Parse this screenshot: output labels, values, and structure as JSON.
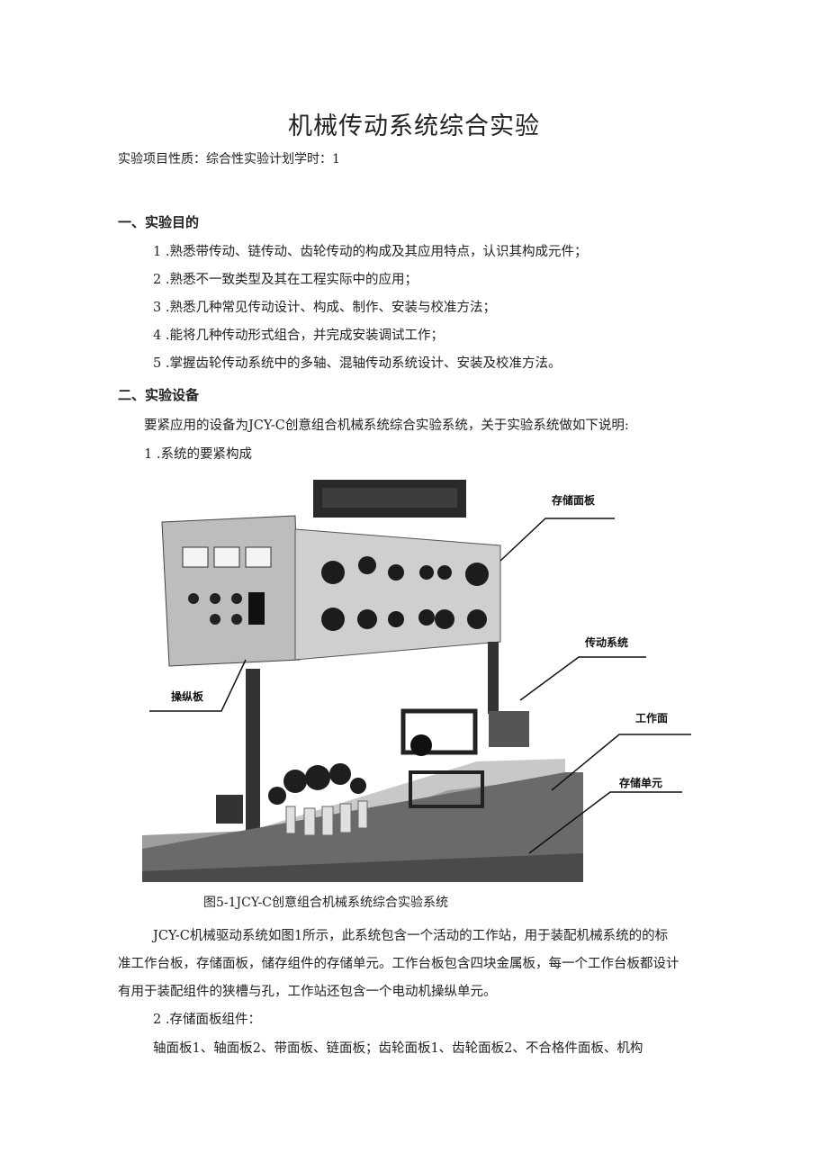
{
  "title": "机械传动系统综合实验",
  "meta": "实验项目性质：综合性实验计划学时：1",
  "section1": {
    "heading": "一、实验目的",
    "items": [
      "1  .熟悉带传动、链传动、齿轮传动的构成及其应用特点，认识其构成元件；",
      "2  .熟悉不一致类型及其在工程实际中的应用；",
      "3  .熟悉几种常见传动设计、构成、制作、安装与校准方法；",
      "4  .能将几种传动形式组合，并完成安装调试工作；",
      "5  .掌握齿轮传动系统中的多轴、混轴传动系统设计、安装及校准方法。"
    ]
  },
  "section2": {
    "heading": "二、实验设备",
    "intro": "要紧应用的设备为JCY-C创意组合机械系统综合实验系统，关于实验系统做如下说明:",
    "sub1": "1  .系统的要紧构成"
  },
  "figure": {
    "labels": {
      "storage_panel": "存储面板",
      "transmission": "传动系统",
      "work_surface": "工作面",
      "storage_unit": "存储单元",
      "control_panel": "操纵板"
    },
    "caption": "图5-1JCY-C创意组合机械系统综合实验系统"
  },
  "body": {
    "p1_line1": "JCY-C机械驱动系统如图1所示，此系统包含一个活动的工作站，用于装配机械系统的的标",
    "p1_line2": "准工作台板，存储面板，储存组件的存储单元。工作台板包含四块金属板，每一个工作台板都设计",
    "p1_line3": "有用于装配组件的狭槽与孔，工作站还包含一个电动机操纵单元。",
    "sub2": "2  .存储面板组件：",
    "p2_line1": "轴面板1、轴面板2、带面板、链面板；齿轮面板1、齿轮面板2、不合格件面板、机构"
  }
}
